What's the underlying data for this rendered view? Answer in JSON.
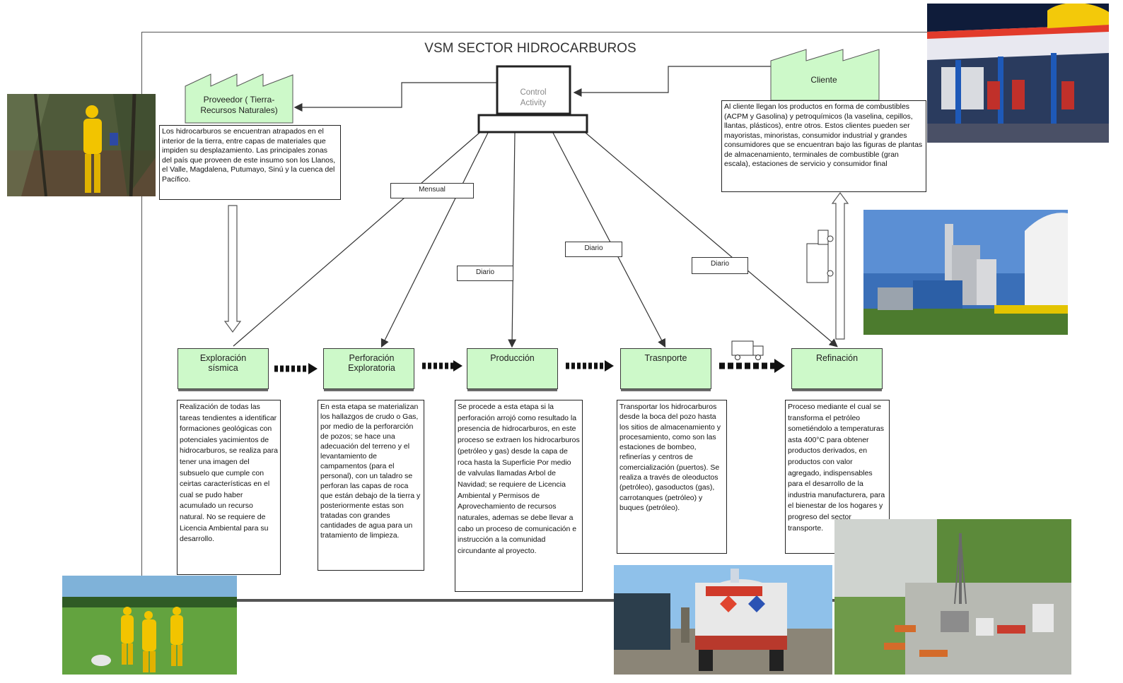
{
  "title": "VSM SECTOR HIDROCARBUROS",
  "control": {
    "label": "Control Activity"
  },
  "supplier": {
    "label": "Proveedor ( Tierra- Recursos Naturales)",
    "description": "Los hidrocarburos se encuentran atrapados en el interior de la tierra, entre capas de materiales que impiden su desplazamiento. Las principales zonas del país que proveen de este insumo son los Llanos, el Valle, Magdalena, Putumayo, Sinú y la cuenca del Pacífico."
  },
  "customer": {
    "label": "Cliente",
    "description": "Al cliente llegan los productos en forma de combustibles (ACPM y Gasolina) y petroquímicos (la vaselina, cepillos, llantas, plásticos), entre otros. Estos clientes pueden ser mayoristas, minoristas, consumidor industrial y grandes consumidores que se encuentran bajo las figuras de plantas de almacenamiento, terminales de combustible (gran escala), estaciones de servicio y consumidor final"
  },
  "frequencies": {
    "mensual": "Mensual",
    "diario_produccion": "Diario",
    "diario_transporte": "Diario",
    "diario_refinacion": "Diario"
  },
  "processes": [
    {
      "name": "Exploración sísmica",
      "description": "Realización de todas las tareas tendientes a identificar formaciones geológicas con potenciales yacimientos de hidrocarburos, se realiza para tener una imagen del subsuelo que cumple con ceirtas características en el cual se pudo haber acumulado un recurso natural. No se requiere de Licencia Ambiental para su desarrollo."
    },
    {
      "name": "Perforación Exploratoria",
      "description": "En esta etapa se materializan los hallazgos de crudo o Gas, por medio de la perforarción de pozos; se hace una adecuación del terreno y el levantamiento de campamentos (para el personal), con un taladro se perforan las capas de roca que están debajo de la tierra y posteriormente estas son tratadas con grandes cantidades de agua para un tratamiento de limpieza."
    },
    {
      "name": "Producción",
      "description": "Se procede a esta etapa si la perforación arrojó como resultado la presencia de hidrocarburos, en este proceso se extraen los hidrocarburos (petróleo y gas) desde la capa de roca hasta la Superficie Por medio de valvulas llamadas Arbol de Navidad; se requiere de Licencia Ambiental y Permisos de Aprovechamiento de recursos naturales, ademas se debe llevar a cabo un proceso de comunicación e instrucción a la comunidad circundante al proyecto."
    },
    {
      "name": "Trasnporte",
      "description": "Transportar los hidrocarburos desde la boca del pozo hasta los sitios de almacenamiento y procesamiento, como son las estaciones de bombeo, refinerías y centros de comercialización (puertos). Se realiza a través de oleoductos (petróleo), gasoductos (gas), carrotanques (petróleo) y buques (petróleo)."
    },
    {
      "name": "Refinación",
      "description": "Proceso mediante el cual se transforma el petróleo sometiéndolo a temperaturas asta 400°C para obtener productos derivados, en productos con valor agregado, indispensables para el desarrollo de la industria manufacturera, para el bienestar de los hogares y progreso del sector transporte."
    }
  ],
  "photos": {
    "forest_worker": "Worker in yellow suit in forest",
    "gas_station": "Gas station at night",
    "refinery": "Refinery plant",
    "field_workers": "Workers in yellow suits in field",
    "tanker_truck": "Tanker truck",
    "drilling_site": "Drilling site aerial view"
  }
}
